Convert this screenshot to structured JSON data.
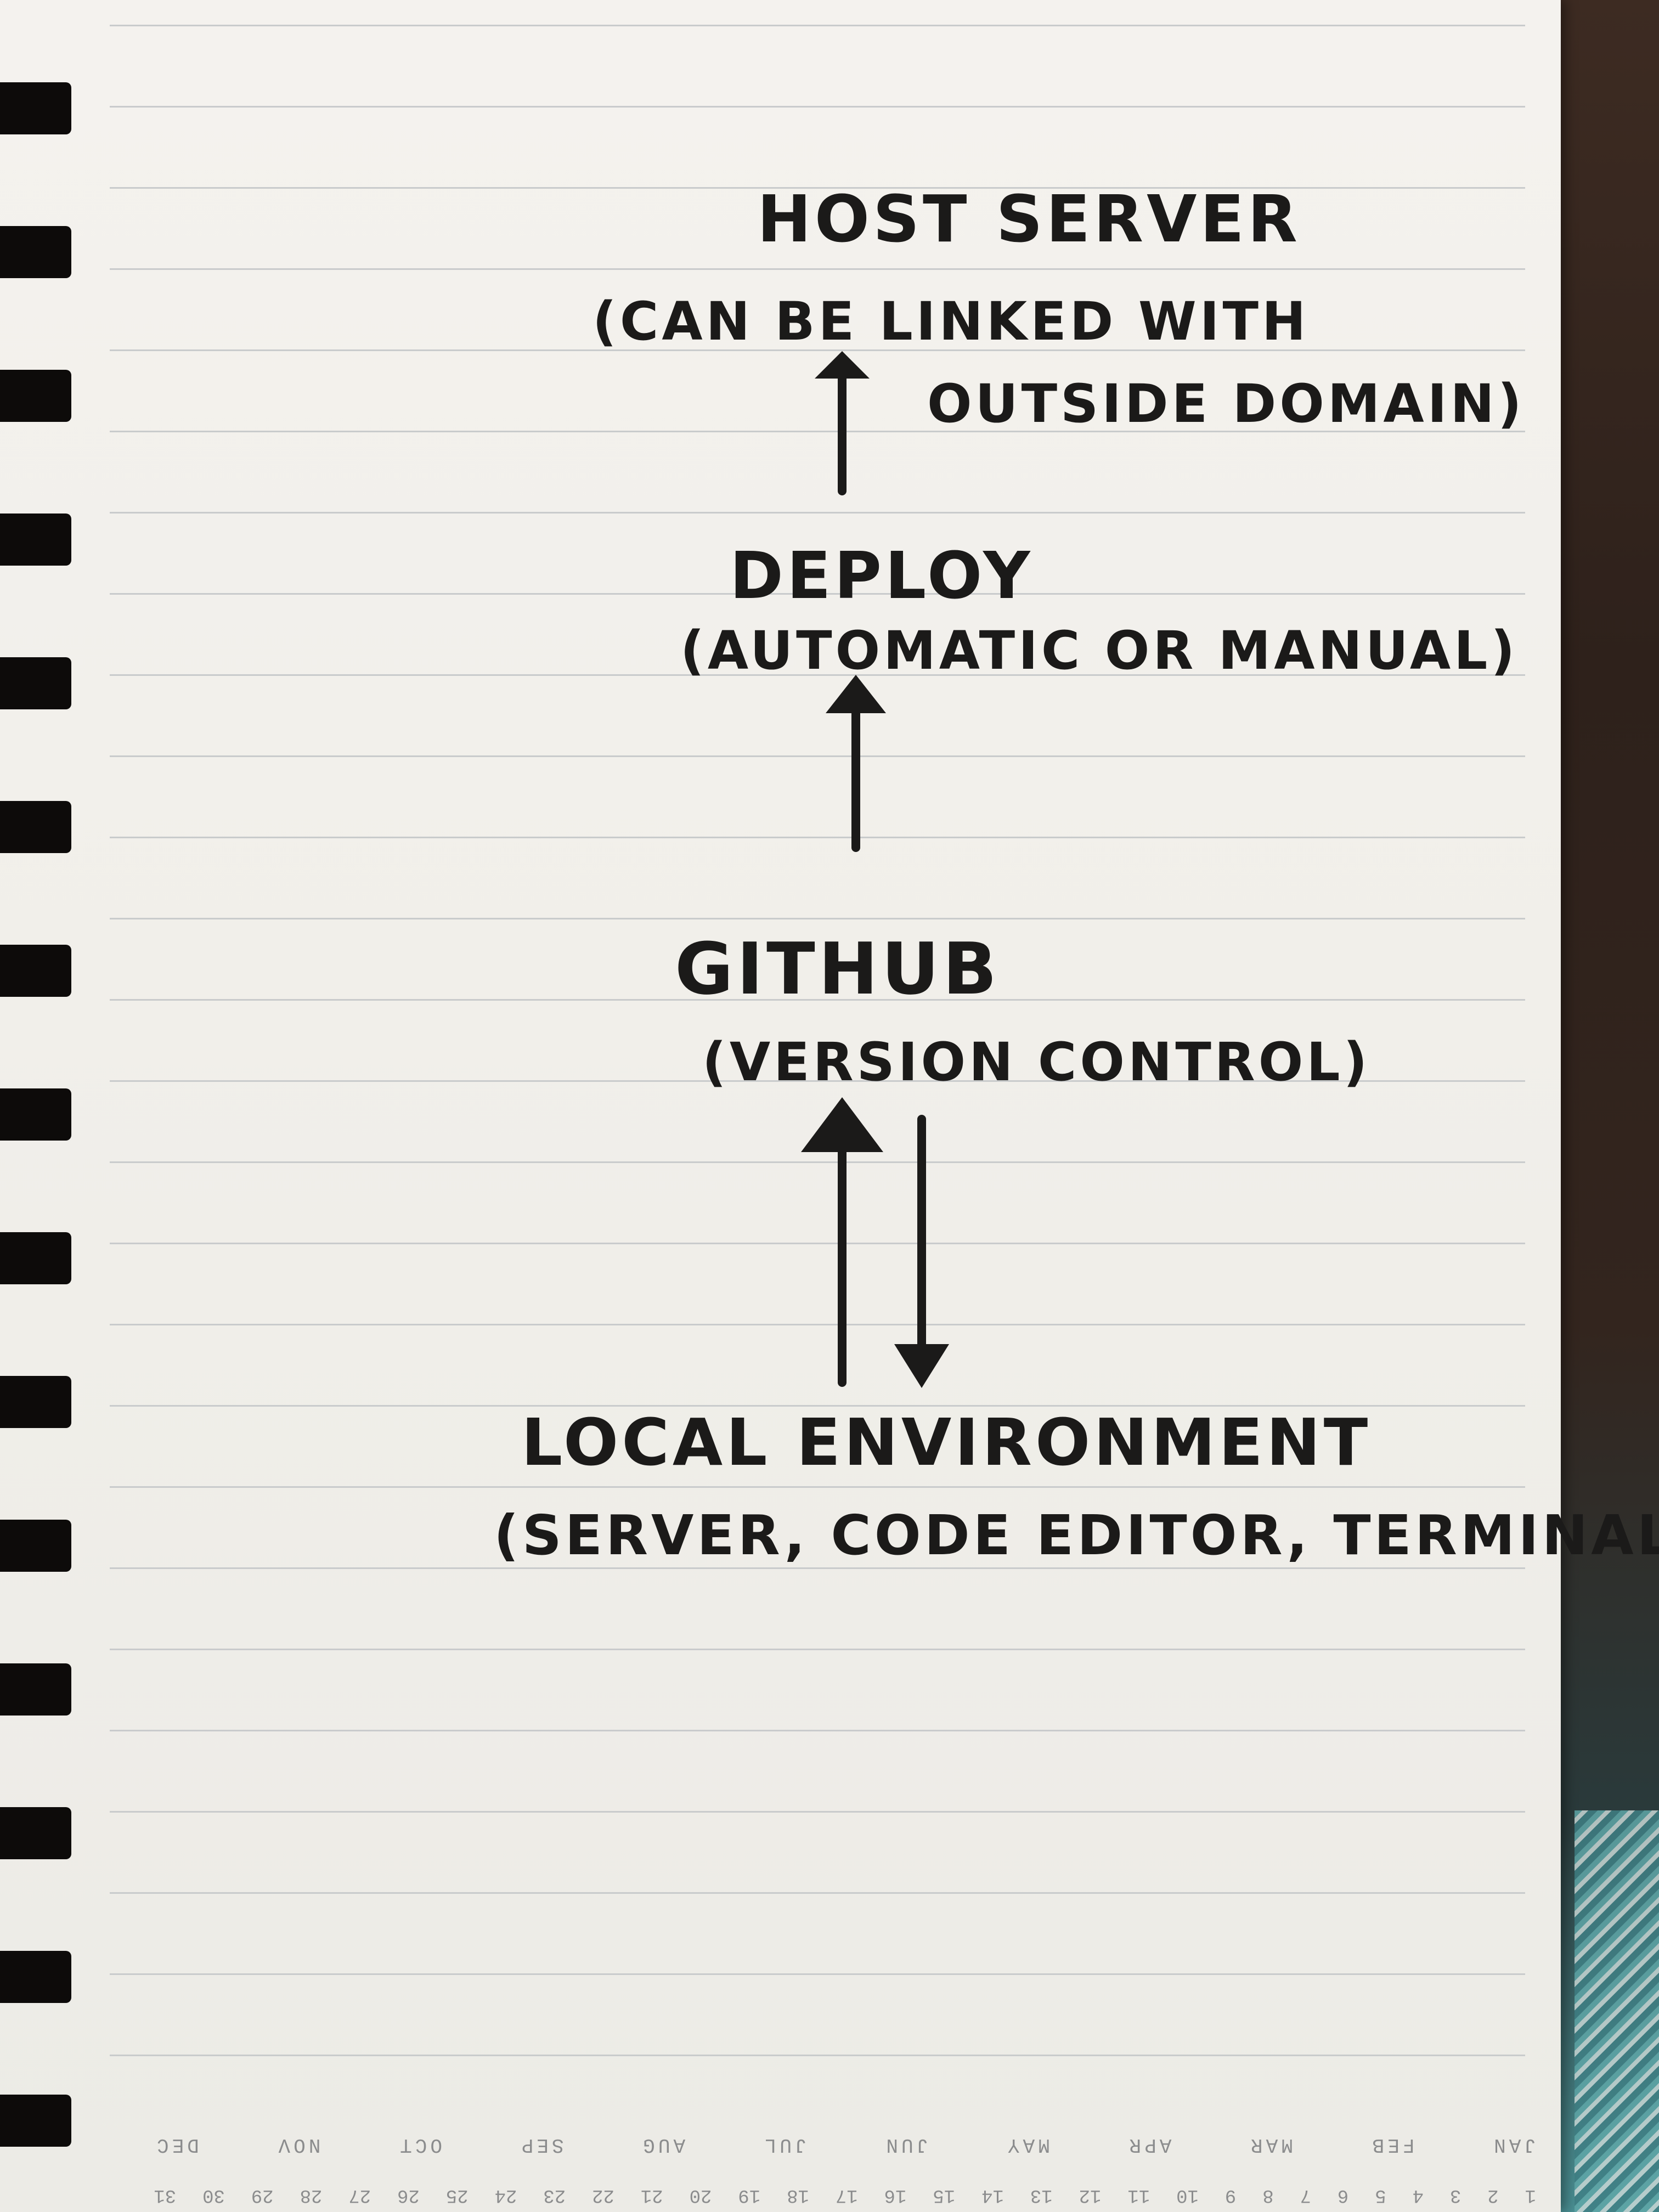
{
  "diagram": {
    "nodes": [
      {
        "id": "host",
        "title": "HOST SERVER",
        "subtitle_line1": "(CAN BE LINKED WITH",
        "subtitle_line2": "OUTSIDE DOMAIN)"
      },
      {
        "id": "deploy",
        "title": "DEPLOY",
        "subtitle_line1": "(AUTOMATIC OR MANUAL)"
      },
      {
        "id": "github",
        "title": "GITHUB",
        "subtitle_line1": "(VERSION CONTROL)"
      },
      {
        "id": "local",
        "title": "LOCAL ENVIRONMENT",
        "subtitle_line1": "(SERVER, CODE EDITOR, TERMINAL)"
      }
    ],
    "edges": [
      {
        "from": "deploy",
        "to": "host",
        "direction": "up"
      },
      {
        "from": "github",
        "to": "deploy",
        "direction": "up"
      },
      {
        "from": "local",
        "to": "github",
        "direction": "up"
      },
      {
        "from": "github",
        "to": "local",
        "direction": "down"
      }
    ]
  },
  "calendar": {
    "days": [
      "1",
      "2",
      "3",
      "4",
      "5",
      "6",
      "7",
      "8",
      "9",
      "10",
      "11",
      "12",
      "13",
      "14",
      "15",
      "16",
      "17",
      "18",
      "19",
      "20",
      "21",
      "22",
      "23",
      "24",
      "25",
      "26",
      "27",
      "28",
      "29",
      "30",
      "31"
    ],
    "months": [
      "JAN",
      "FEB",
      "MAR",
      "APR",
      "MAY",
      "JUN",
      "JUL",
      "AUG",
      "SEP",
      "OCT",
      "NOV",
      "DEC"
    ]
  },
  "colors": {
    "ink": "#1b1a19",
    "paper": "#f2f0ec",
    "rule": "#c9cbcc",
    "calendar_text": "#8b8c8d"
  }
}
